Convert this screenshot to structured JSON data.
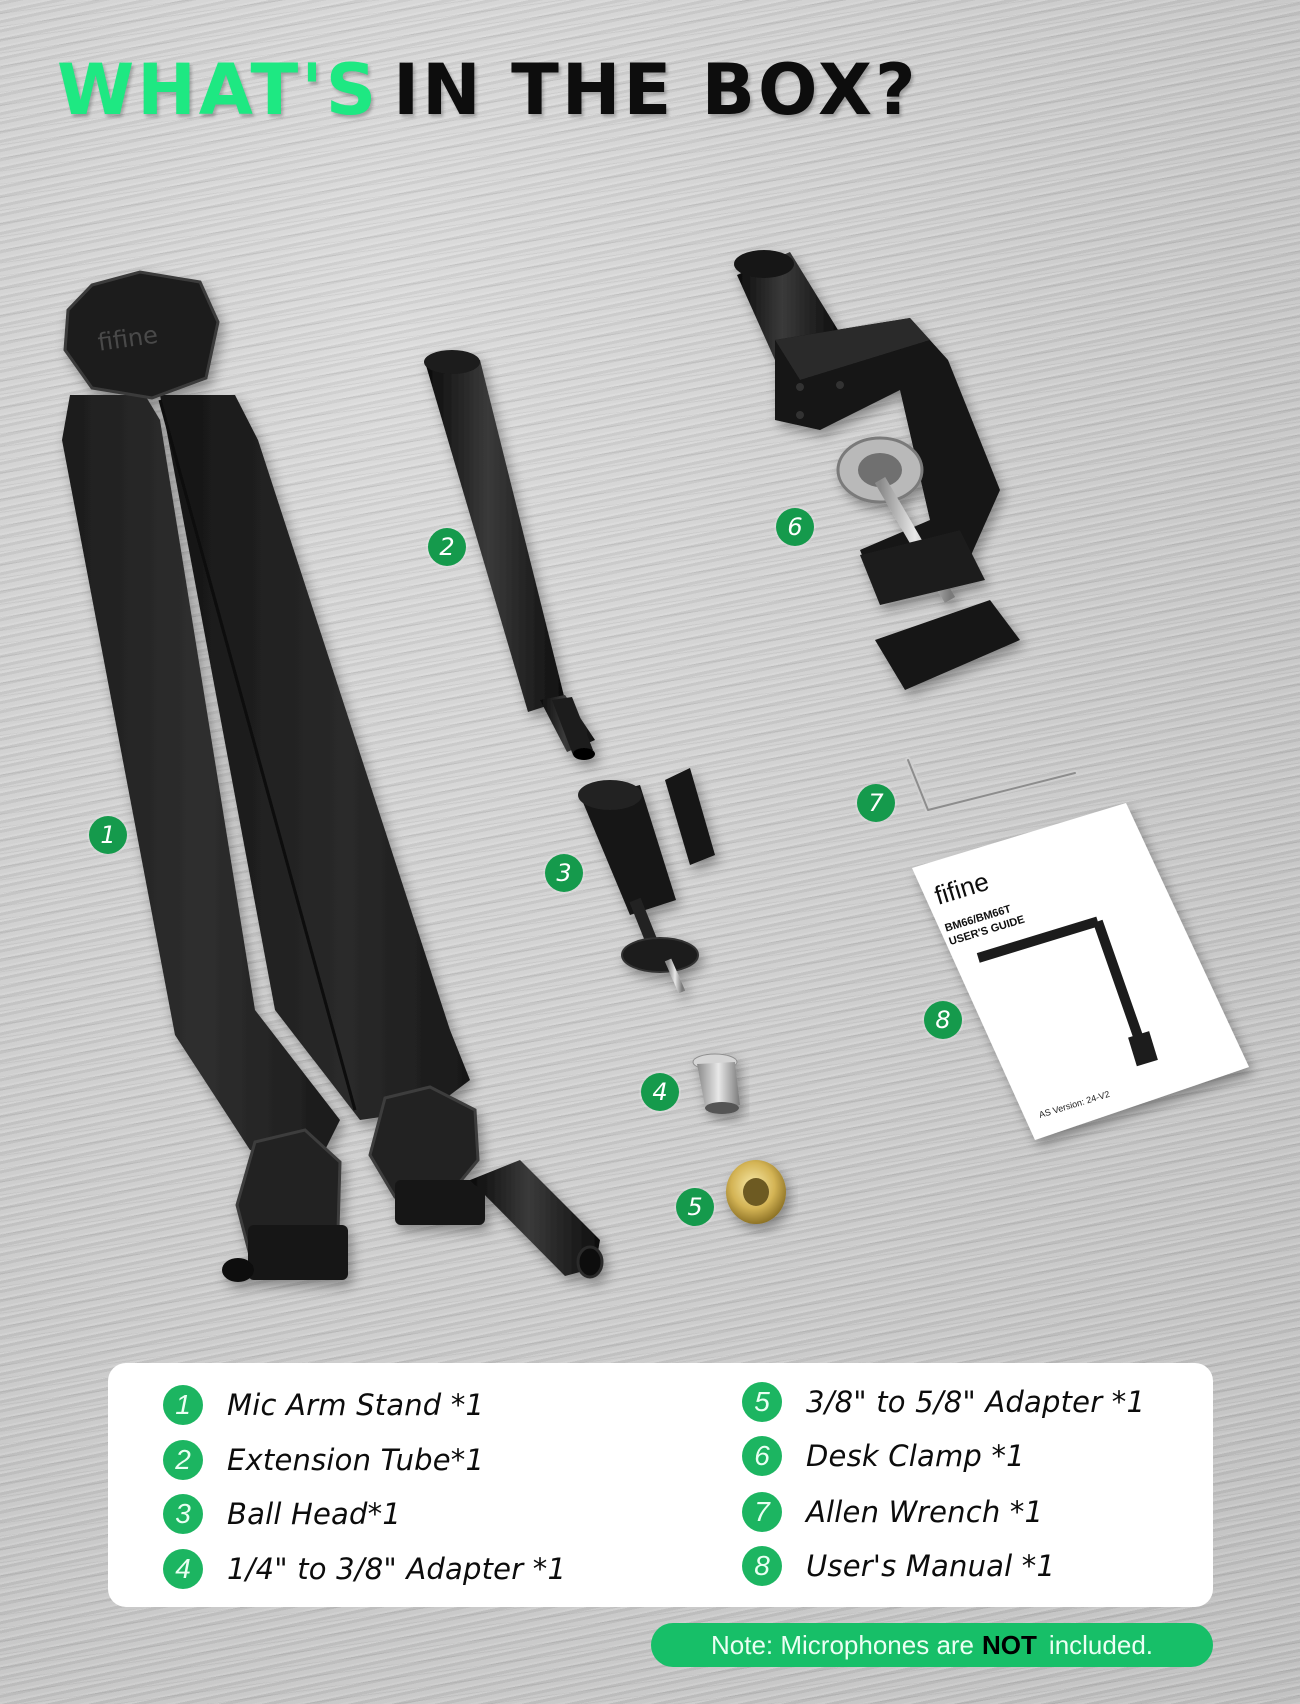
{
  "title": {
    "highlight": "WHAT'S",
    "rest": "IN THE BOX?"
  },
  "colors": {
    "title_green": "#1ee882",
    "badge_green": "#1cb561",
    "note_green": "#17bf68",
    "background": "#cfcfcf"
  },
  "product_badges": [
    {
      "number": "1",
      "item": "Mic Arm Stand"
    },
    {
      "number": "2",
      "item": "Extension Tube"
    },
    {
      "number": "3",
      "item": "Ball Head"
    },
    {
      "number": "4",
      "item": "1/4\" to 3/8\" Adapter"
    },
    {
      "number": "5",
      "item": "3/8\" to 5/8\" Adapter"
    },
    {
      "number": "6",
      "item": "Desk Clamp"
    },
    {
      "number": "7",
      "item": "Allen Wrench"
    },
    {
      "number": "8",
      "item": "User's Manual"
    }
  ],
  "arm_logo": "fifine",
  "manual": {
    "brand": "fifine",
    "model": "BM66/BM66T",
    "title": "USER'S GUIDE",
    "version": "AS Version: 24-V2"
  },
  "contents_list": {
    "left": [
      {
        "number": "1",
        "label": "Mic Arm Stand *1"
      },
      {
        "number": "2",
        "label": "Extension Tube*1"
      },
      {
        "number": "3",
        "label": "Ball Head*1"
      },
      {
        "number": "4",
        "label": "1/4\" to 3/8\" Adapter *1"
      }
    ],
    "right": [
      {
        "number": "5",
        "label": "3/8\" to 5/8\" Adapter *1"
      },
      {
        "number": "6",
        "label": "Desk Clamp *1"
      },
      {
        "number": "7",
        "label": "Allen Wrench *1"
      },
      {
        "number": "8",
        "label": "User's Manual *1"
      }
    ]
  },
  "note": {
    "prefix": "Note: Microphones are",
    "emphasis": "NOT",
    "suffix": "included."
  }
}
